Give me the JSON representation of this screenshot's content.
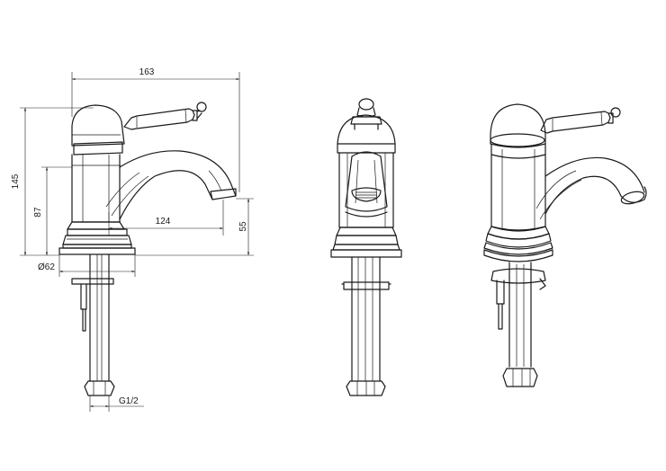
{
  "dimensions": {
    "overall_length": "163",
    "overall_height": "145",
    "body_height": "87",
    "spout_reach": "124",
    "spout_height": "55",
    "base_diameter": "Ø62",
    "thread": "G1/2"
  }
}
